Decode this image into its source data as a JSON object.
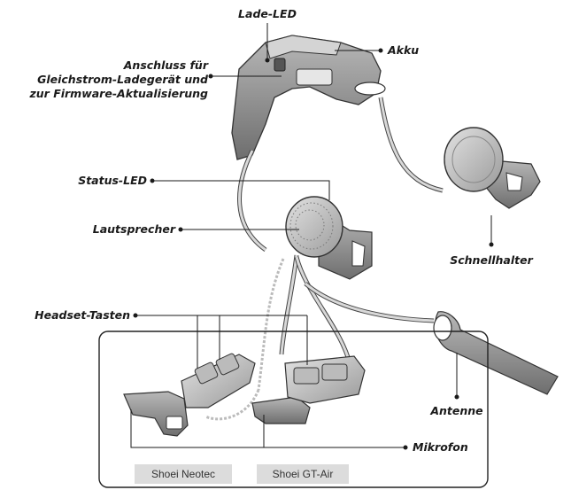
{
  "labels": {
    "lade_led": "Lade-LED",
    "akku": "Akku",
    "anschluss": [
      "Anschluss für",
      "Gleichstrom-Ladegerät und",
      "zur Firmware-Aktualisierung"
    ],
    "status_led": "Status-LED",
    "lautsprecher": "Lautsprecher",
    "schnellhalter": "Schnellhalter",
    "headset_tasten": "Headset-Tasten",
    "antenne": "Antenne",
    "mikrofon": "Mikrofon"
  },
  "models": {
    "left": "Shoei Neotec",
    "right": "Shoei GT-Air"
  },
  "colors": {
    "device_body": "#8c8c8c",
    "device_light": "#c8c8c8",
    "label_text": "#1a1a1a",
    "tag_bg": "#dcdcdc"
  }
}
